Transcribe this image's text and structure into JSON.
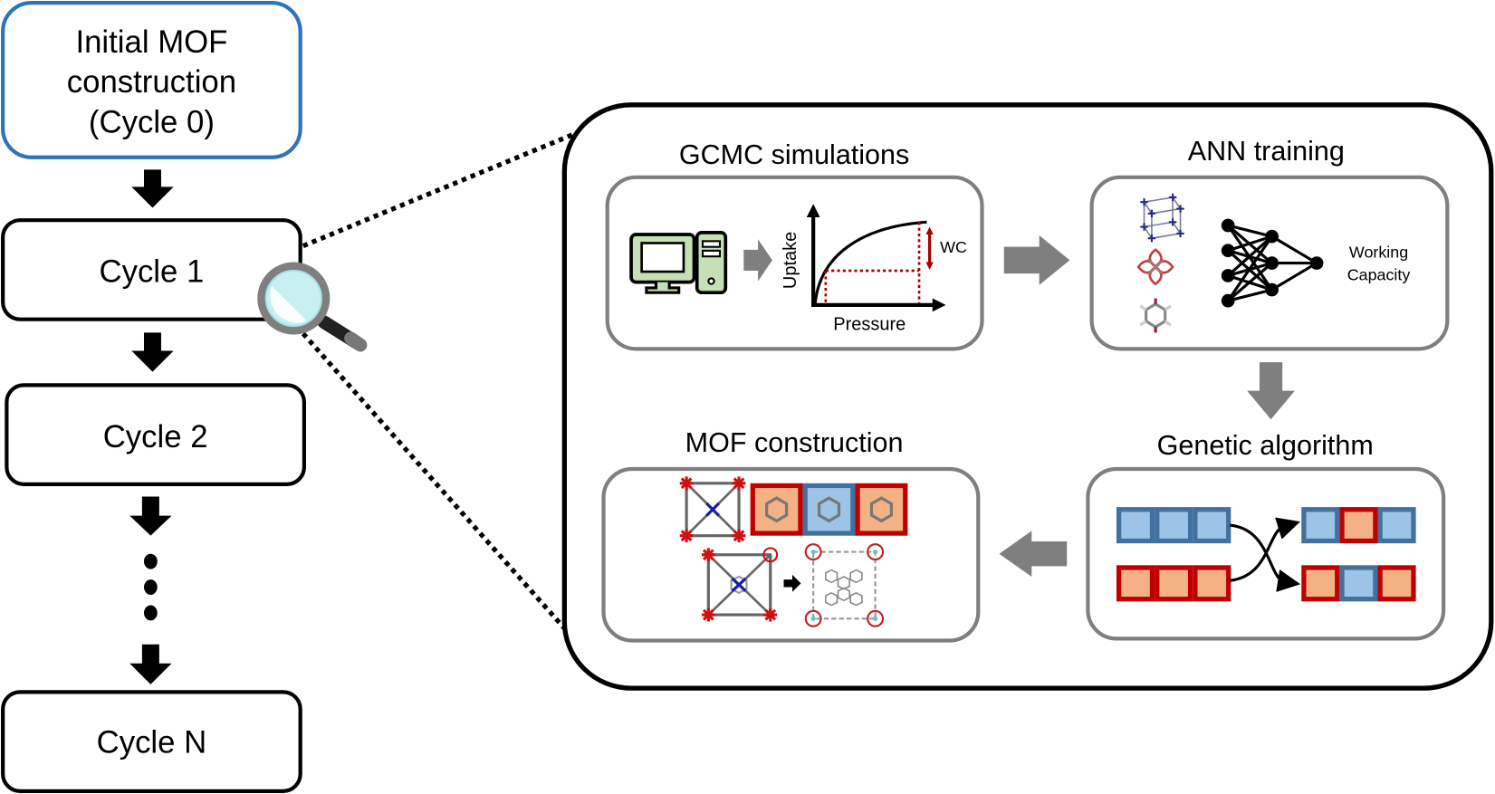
{
  "flow": {
    "initial_box": {
      "lines": [
        "Initial MOF",
        "construction",
        "(Cycle 0)"
      ]
    },
    "cycles": [
      {
        "label": "Cycle 1"
      },
      {
        "label": "Cycle 2"
      },
      {
        "label": "Cycle N"
      }
    ],
    "ellipsis": "⋮"
  },
  "detail": {
    "gcmc": {
      "title": "GCMC simulations",
      "y_axis_label": "Uptake",
      "x_axis_label": "Pressure",
      "wc_label": "WC",
      "icons": [
        "computer-monitor-icon",
        "computer-tower-icon"
      ]
    },
    "ann": {
      "title": "ANN training",
      "output_lines": [
        "Working",
        "Capacity"
      ],
      "layers": [
        4,
        3,
        1
      ]
    },
    "ga": {
      "title": "Genetic algorithm",
      "parents": [
        [
          "blue",
          "blue",
          "blue"
        ],
        [
          "orange",
          "orange",
          "orange"
        ]
      ],
      "children": [
        [
          "blue",
          "orange",
          "blue"
        ],
        [
          "orange",
          "blue",
          "orange"
        ]
      ]
    },
    "construction": {
      "title": "MOF construction",
      "building_blocks": [
        "orange",
        "blue",
        "orange"
      ]
    }
  },
  "colors": {
    "initial_border": "#2e75b6",
    "panel_border": "#7f7f7f",
    "arrow_gray": "#808080",
    "blue_fill": "#9dc3e6",
    "blue_border": "#41719c",
    "orange_fill": "#f4b183",
    "orange_border": "#c00000",
    "wc_red": "#a50000",
    "pc_green": "#c5e0b4"
  }
}
